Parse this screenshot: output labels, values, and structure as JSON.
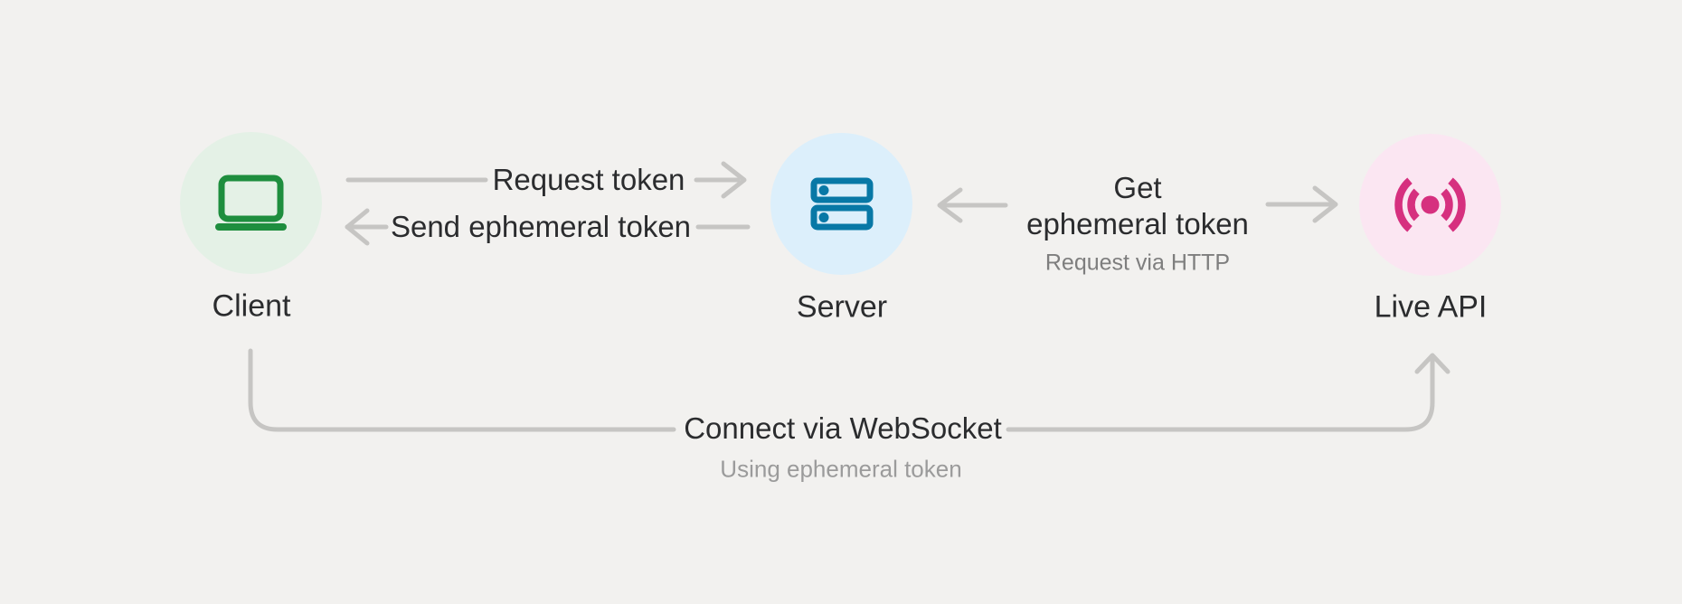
{
  "diagram": {
    "background_color": "#F2F1EF",
    "arrow_color": "#C6C5C3",
    "text_color": "#2B2C2E",
    "nodes": [
      {
        "id": "client",
        "label": "Client",
        "icon": "laptop-icon",
        "icon_color": "#1E8E3E",
        "circle_color": "#E4F1E6"
      },
      {
        "id": "server",
        "label": "Server",
        "icon": "server-icon",
        "icon_color": "#0878A6",
        "circle_color": "#DCEFFB"
      },
      {
        "id": "live-api",
        "label": "Live API",
        "icon": "live-broadcast-icon",
        "icon_color": "#D6307F",
        "circle_color": "#FBE6F2"
      }
    ],
    "edges": [
      {
        "id": "request-token",
        "from": "client",
        "to": "server",
        "label": "Request token"
      },
      {
        "id": "send-ephemeral-token",
        "from": "server",
        "to": "client",
        "label": "Send ephemeral token"
      },
      {
        "id": "get-ephemeral-token",
        "from": "server",
        "to": "live-api",
        "label": "Get ephemeral token",
        "label_lines": [
          "Get",
          "ephemeral token"
        ],
        "sublabel": "Request via HTTP",
        "sublabel_color": "#7E7E7E"
      },
      {
        "id": "connect-websocket",
        "from": "client",
        "to": "live-api",
        "label": "Connect via WebSocket",
        "sublabel": "Using ephemeral token",
        "sublabel_color": "#9B9B9B"
      }
    ]
  }
}
